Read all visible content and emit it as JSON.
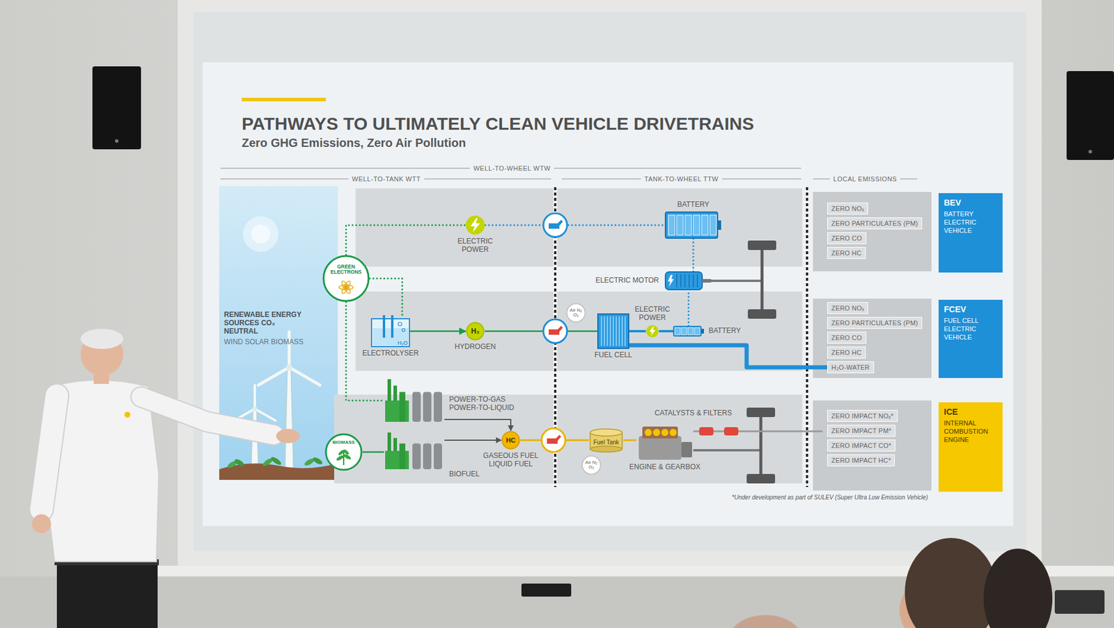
{
  "diagram": {
    "title": "PATHWAYS TO ULTIMATELY CLEAN VEHICLE DRIVETRAINS",
    "nodes": [
      {
        "text": [
          "GREEN ELECTRONS"
        ]
      },
      {
        "text": [
          "ELECTRIC POWER"
        ]
      },
      {
        "text": [
          "BATTERY"
        ]
      },
      {
        "text": [
          "ELECTRIC MOTOR"
        ]
      },
      {
        "text": [
          "ZERO NOₓ"
        ]
      },
      {
        "text": [
          "ZERO PARTICULATES (PM)"
        ]
      },
      {
        "text": [
          "ZERO CO"
        ]
      },
      {
        "text": [
          "ZERO HC"
        ]
      },
      {
        "text": [
          "BEV",
          "BATTERY ELECTRIC VEHICLE"
        ]
      },
      {
        "text": [
          "H₂O",
          "ELECTROLYSER"
        ]
      },
      {
        "text": [
          "H₂",
          "HYDROGEN"
        ]
      },
      {
        "text": [
          "Air N₂ O₂"
        ]
      },
      {
        "text": [
          "FUEL CELL"
        ]
      },
      {
        "text": [
          "ELECTRIC POWER"
        ]
      },
      {
        "text": [
          "BATTERY"
        ]
      },
      {
        "text": [
          "ZERO NOₓ"
        ]
      },
      {
        "text": [
          "ZERO PARTICULATES (PM)"
        ]
      },
      {
        "text": [
          "ZERO CO"
        ]
      },
      {
        "text": [
          "ZERO HC"
        ]
      },
      {
        "text": [
          "H₂O-WATER"
        ]
      },
      {
        "text": [
          "FCEV",
          "FUEL CELL ELECTRIC VEHICLE"
        ]
      },
      {
        "text": [
          "POWER-TO-GAS POWER-TO-LIQUID"
        ]
      },
      {
        "text": [
          "BIOMASS"
        ]
      },
      {
        "text": [
          "BIOFUEL"
        ]
      },
      {
        "text": [
          "HC",
          "GASEOUS FUEL LIQUID FUEL"
        ]
      },
      {
        "text": [
          "Fuel Tank"
        ]
      },
      {
        "text": [
          "Air N₂ O₂"
        ]
      },
      {
        "text": [
          "ENGINE & GEARBOX"
        ]
      },
      {
        "text": [
          "ZERO IMPACT NOₓ*"
        ]
      },
      {
        "text": [
          "ZERO IMPACT PM*"
        ]
      },
      {
        "text": [
          "ZERO IMPACT CO*"
        ]
      },
      {
        "text": [
          "ZERO IMPACT HC*"
        ]
      },
      {
        "text": [
          "ICE",
          "INTERNAL COMBUSTION ENGINE"
        ]
      }
    ],
    "edges": [
      {
        "from": 0,
        "to": 1,
        "arrow": "none"
      },
      {
        "from": 1,
        "to": 2,
        "arrow": "none"
      },
      {
        "from": 2,
        "to": 3,
        "arrow": "none"
      },
      {
        "from": 0,
        "to": 9,
        "arrow": "none"
      },
      {
        "from": 9,
        "to": 10,
        "arrow": "to"
      },
      {
        "from": 10,
        "to": 12,
        "arrow": "none"
      },
      {
        "from": 12,
        "to": 13,
        "arrow": "none"
      },
      {
        "from": 13,
        "to": 14,
        "arrow": "none"
      },
      {
        "from": 14,
        "to": 3,
        "arrow": "none"
      },
      {
        "from": 12,
        "to": 19,
        "arrow": "none"
      },
      {
        "from": 0,
        "to": 21,
        "arrow": "none"
      },
      {
        "from": 22,
        "to": 23,
        "arrow": "none"
      },
      {
        "from": 21,
        "to": 24,
        "arrow": "to"
      },
      {
        "from": 23,
        "to": 24,
        "arrow": "to"
      },
      {
        "from": 24,
        "to": 25,
        "arrow": "none"
      },
      {
        "from": 25,
        "to": 27,
        "arrow": "none"
      }
    ],
    "labels": [
      "Zero GHG Emissions, Zero Air Pollution",
      "WELL-TO-WHEEL WTW",
      "WELL-TO-TANK WTT",
      "TANK-TO-WHEEL TTW",
      "LOCAL EMISSIONS",
      "RENEWABLE ENERGY SOURCES CO₂ NEUTRAL",
      "WIND SOLAR BIOMASS",
      "CATALYSTS & FILTERS",
      "*Under development as part of SULEV (Super Ultra Low Emission Vehicle)"
    ]
  }
}
